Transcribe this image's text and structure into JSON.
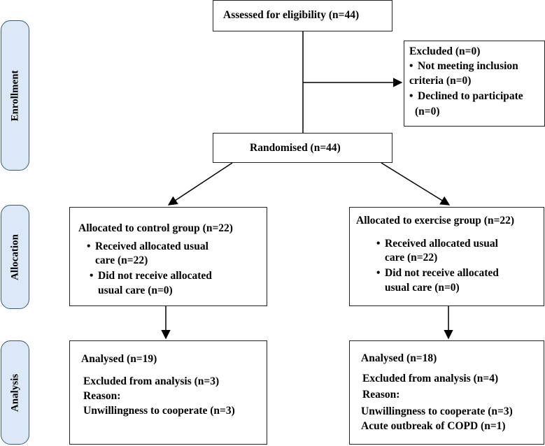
{
  "stages": {
    "enrollment": "Enrollment",
    "allocation": "Allocation",
    "analysis": "Analysis"
  },
  "assessed": {
    "text": "Assessed for eligibility (n=44)"
  },
  "excluded": {
    "title": "Excluded (n=0)",
    "item1_line1": "Not meeting inclusion",
    "item1_line2": "criteria (n=0)",
    "item2_line1": "Declined to participate",
    "item2_line2": "(n=0)"
  },
  "randomised": {
    "text": "Randomised (n=44)"
  },
  "control": {
    "title": "Allocated to control group (n=22)",
    "item1_line1": "Received allocated usual",
    "item1_line2": "care (n=22)",
    "item2_line1": "Did not receive allocated",
    "item2_line2": "usual care (n=0)"
  },
  "exercise": {
    "title": "Allocated to exercise group (n=22)",
    "item1_line1": "Received allocated usual",
    "item1_line2": "care (n=22)",
    "item2_line1": "Did not receive allocated",
    "item2_line2": "usual care (n=0)"
  },
  "analysis_control": {
    "title": "Analysed (n=19)",
    "excluded": "Excluded from analysis (n=3)",
    "reason_label": "Reason:",
    "reason1": "Unwillingness to cooperate (n=3)"
  },
  "analysis_exercise": {
    "title": "Analysed (n=18)",
    "excluded": "Excluded from analysis (n=4)",
    "reason_label": "Reason:",
    "reason1": "Unwillingness to cooperate (n=3)",
    "reason2": "Acute outbreak of COPD (n=1)"
  }
}
